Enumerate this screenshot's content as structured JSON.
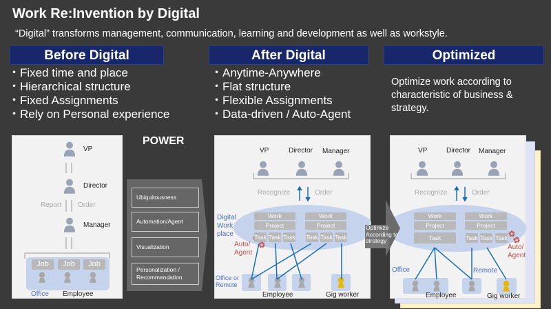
{
  "title": "Work Re:Invention by Digital",
  "subtitle": "“Digital” transforms management, communication, learning and development as well as workstyle.",
  "columns": [
    {
      "header": "Before Digital",
      "bullets": [
        "Fixed time and place",
        "Hierarchical structure",
        "Fixed Assignments",
        "Rely on Personal experience"
      ]
    },
    {
      "header": "After Digital",
      "bullets": [
        "Anytime-Anywhere",
        "Flat structure",
        "Flexible Assignments",
        "Data-driven / Auto-Agent"
      ]
    },
    {
      "header": "Optimized",
      "text": "Optimize work according to characteristic of business & strategy."
    }
  ],
  "before": {
    "vp": "VP",
    "director": "Director",
    "manager": "Manager",
    "report": "Report",
    "order": "Order",
    "job": "Job",
    "office": "Office",
    "employee": "Employee"
  },
  "power": {
    "title": "POWER",
    "items": [
      "Ubiquitousness",
      "Automation/Agent",
      "Visualization",
      "Personalization / Recommendation"
    ]
  },
  "after": {
    "vp": "VP",
    "director": "Director",
    "manager": "Manager",
    "recognize": "Recognize",
    "order": "Order",
    "digital_workplace": "Digital Work place",
    "work": "Work",
    "project": "Project",
    "task": "Task",
    "auto_agent": "Auto/ Agent",
    "office_remote": "Office or Remote",
    "employee": "Employee",
    "gig_worker": "Gig worker"
  },
  "optimize_arrow": "Optimize According to strategy",
  "optimized": {
    "vp": "VP",
    "director": "Director",
    "manager": "Manager",
    "recognize": "Recognize",
    "order": "Order",
    "work": "Work",
    "project": "Project",
    "task": "Task",
    "auto_agent": "Auto/ Agent",
    "office": "Office",
    "remote": "Remote",
    "employee": "Employee",
    "gig_worker": "Gig worker"
  },
  "colors": {
    "header": "#17276a",
    "background": "#3a3a3a",
    "accent_blue": "#1a6fb0",
    "agent_red": "#c0504d",
    "gig_yellow": "#e6b800"
  }
}
